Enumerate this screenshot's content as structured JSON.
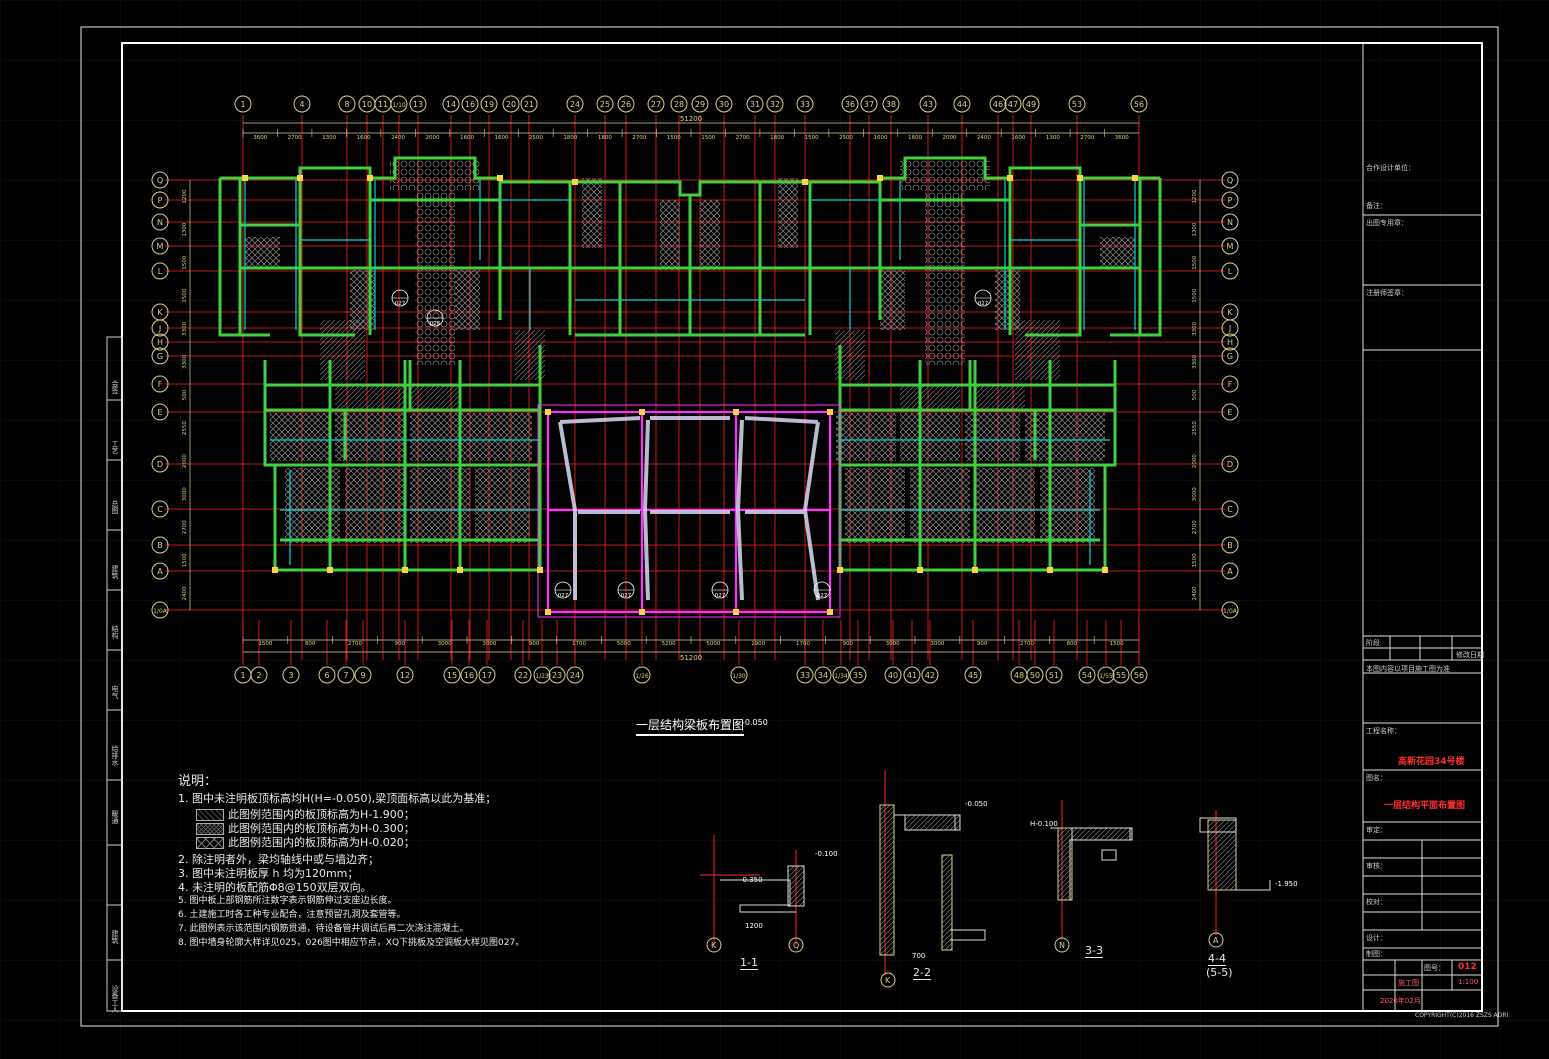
{
  "drawing": {
    "plan_title": "一层结构梁板布置图",
    "plan_title_level": "-0.050",
    "top_axes": [
      "1",
      "4",
      "8",
      "10",
      "11",
      "1/10",
      "13",
      "14",
      "16",
      "19",
      "20",
      "21",
      "24",
      "25",
      "26",
      "27",
      "28",
      "29",
      "30",
      "31",
      "32",
      "33",
      "36",
      "37",
      "38",
      "43",
      "44",
      "46",
      "47",
      "49",
      "53",
      "56"
    ],
    "bottom_axes": [
      "1",
      "2",
      "3",
      "6",
      "7",
      "9",
      "12",
      "15",
      "16",
      "17",
      "22",
      "1/23",
      "23",
      "24",
      "1/26",
      "1/30",
      "33",
      "34",
      "1/34",
      "35",
      "40",
      "41",
      "42",
      "45",
      "48",
      "50",
      "51",
      "54",
      "1/55",
      "55",
      "56"
    ],
    "left_axes": [
      "Q",
      "P",
      "N",
      "M",
      "L",
      "K",
      "J",
      "H",
      "G",
      "F",
      "E",
      "D",
      "C",
      "B",
      "A",
      "1/0A"
    ],
    "top_dims": [
      "3600",
      "2700",
      "1300",
      "1600",
      "2400",
      "2000",
      "1600",
      "1600",
      "2500",
      "1800",
      "1800",
      "2700",
      "1500",
      "1500",
      "2700",
      "1800",
      "1500",
      "2500",
      "1600",
      "1600",
      "2000",
      "2400",
      "1600",
      "1300",
      "2700",
      "3600"
    ],
    "top_total": "51200",
    "bottom_dims": [
      "1500",
      "800",
      "2700",
      "900",
      "3000",
      "3000",
      "900",
      "1700",
      "5000",
      "5200",
      "5000",
      "1900",
      "1700",
      "900",
      "3000",
      "3000",
      "900",
      "2700",
      "800",
      "1500"
    ],
    "bottom_total": "51200",
    "side_dims": [
      "1200",
      "1300",
      "1500",
      "1500",
      "3300",
      "3300",
      "500",
      "2550",
      "2000",
      "3000",
      "2700",
      "1500",
      "2400"
    ],
    "section_markers": [
      "027",
      "026",
      "027",
      "027",
      "027",
      "027",
      "027"
    ]
  },
  "notes": {
    "title": "说明：",
    "items": [
      "1. 图中未注明板顶标高均H(H=-0.050),梁顶面标高以此为基准；",
      "此图例范围内的板顶标高为H-1.900；",
      "此图例范围内的板顶标高为H-0.300；",
      "此图例范围内的板顶标高为H-0.020；",
      "2. 除注明者外，梁均轴线中或与墙边齐；",
      "3. 图中未注明板厚 h 均为120mm；",
      "4. 未注明的板配筋Φ8@150双层双向。",
      "5. 图中板上部钢筋所注数字表示钢筋伸过支座边长度。",
      "6. 土建施工时各工种专业配合，注意预留孔洞及套管等。",
      "7. 此图例表示该范围内钢筋贯通，待设备管井调试后再二次浇注混凝土。",
      "8. 图中墙身轮廓大样详见025，026图中相应节点，XQ下挑板及空调板大样见图027。"
    ]
  },
  "sections": [
    "1-1",
    "2-2",
    "3-3",
    "4-4",
    "(5-5)"
  ],
  "section_texts": [
    "-0.100",
    "-0.350",
    "-0.050",
    "700",
    "1200",
    "-1.950",
    "H-0.100"
  ],
  "title_block": {
    "design_unit_label": "合作设计单位：",
    "seal_label": "备注：",
    "cert_label": "出图专用章：",
    "reg_label": "注册师签章：",
    "stage_label": "阶段",
    "date_label": "修改日期",
    "stage_note": "本图内容以项目施工图为准",
    "project_label": "工程名称：",
    "project_name": "高新花园34号楼",
    "drawing_label": "图名：",
    "drawing_name": "一层结构平面布置图",
    "approve_label": "审定：",
    "review_label": "审核：",
    "check_label": "校对：",
    "design_label": "设计：",
    "draw_label": "制图：",
    "no_label": "图号：",
    "drawing_no": "012",
    "phase": "施工图",
    "scale": "1:100",
    "date_red": "2020年02月",
    "copyright": "COPYRIGHT(C)2016 ZSZS ADRI"
  },
  "left_strip": [
    "会签",
    "工艺",
    "总图",
    "建筑",
    "结构",
    "电气",
    "给排水",
    "暖通",
    "建筑",
    "设备工人"
  ],
  "colors": {
    "bg": "#000000",
    "frame": "#ffffff",
    "grid": "#ff2020",
    "axis": "#d8d08a",
    "dim": "#d8d08a",
    "wall": "#40d040",
    "beam": "#00d8d8",
    "magenta": "#ff30ff",
    "hatch": "#6a6a6a",
    "title_red": "#ff3030"
  }
}
